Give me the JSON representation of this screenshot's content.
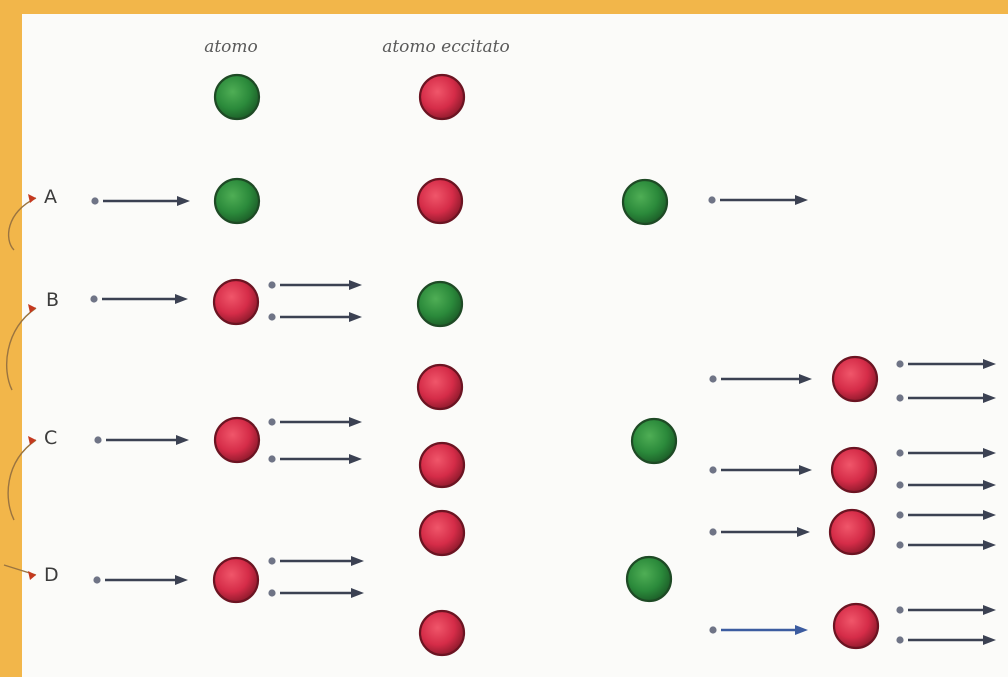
{
  "headers": {
    "atom": "atomo",
    "excited_atom": "atomo eccitato"
  },
  "rows": [
    {
      "label": "A"
    },
    {
      "label": "B"
    },
    {
      "label": "C"
    },
    {
      "label": "D"
    }
  ],
  "colors": {
    "frame": "#f2b64a",
    "background": "#fbfbf9",
    "ground_state_atom": "#2c8a3c",
    "excited_state_atom": "#d7304a",
    "electron": "#6f7486",
    "arrow": "#3b4152"
  }
}
